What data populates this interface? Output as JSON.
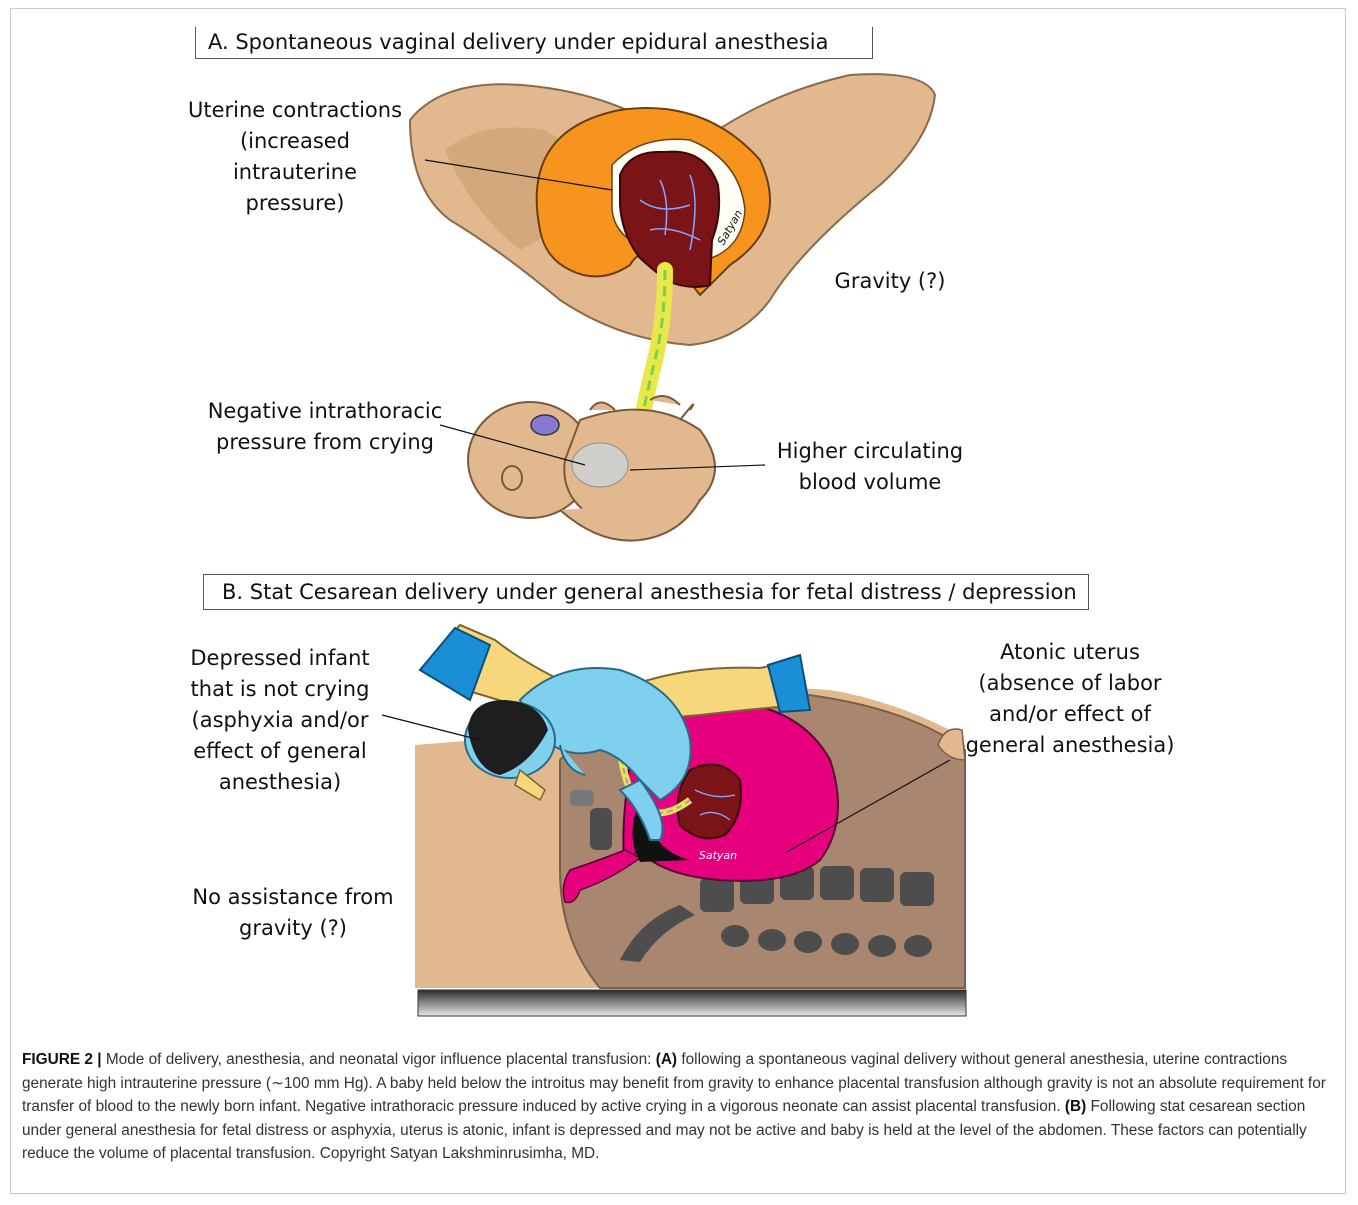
{
  "panel_a": {
    "title": "A. Spontaneous vaginal delivery  under epidural anesthesia",
    "labels": {
      "uterine_contractions": "Uterine contractions\n(increased\nintrauterine\npressure)",
      "gravity": "Gravity (?)",
      "negative_pressure": "Negative intrathoracic\npressure from crying",
      "blood_volume": "Higher circulating\nblood volume"
    },
    "signature": "Satyan"
  },
  "panel_b": {
    "title": "B. Stat Cesarean delivery under general anesthesia for fetal distress / depression",
    "labels": {
      "depressed_infant": "Depressed infant\nthat is not crying\n(asphyxia and/or\neffect of general\nanesthesia)",
      "atonic_uterus": "Atonic uterus\n(absence of labor\nand/or effect of\ngeneral anesthesia)",
      "no_gravity": "No assistance from\ngravity (?)"
    },
    "signature": "Satyan"
  },
  "caption": {
    "figure_label": "FIGURE 2 |",
    "text_1": " Mode of delivery, anesthesia, and neonatal vigor influence placental transfusion: ",
    "a_marker": "(A)",
    "text_2": " following a spontaneous vaginal delivery without general anesthesia, uterine contractions generate high intrauterine pressure (∼100 mm Hg). A baby held below the introitus may benefit from gravity to enhance placental transfusion although gravity is not an absolute requirement for transfer of blood to the newly born infant. Negative intrathoracic pressure induced by active crying in a vigorous neonate can assist placental transfusion. ",
    "b_marker": "(B)",
    "text_3": " Following stat cesarean section under general anesthesia for fetal distress or asphyxia, uterus is atonic, infant is depressed and may not be active and baby is held at the level of the abdomen. These factors can potentially reduce the volume of placental transfusion. Copyright Satyan Lakshminrusimha, MD."
  },
  "colors": {
    "skin": "#e2b98f",
    "skin_dark": "#c79a6c",
    "uterus_a": "#f7941d",
    "placenta": "#7b1416",
    "cord": "#e8e84a",
    "infant_blue": "#7fd0ef",
    "uterus_b": "#e6007e",
    "glove_yellow": "#f7d77c",
    "glove_blue": "#1b8fd6",
    "spine": "#4d4d4d",
    "body_b": "#a9866f"
  }
}
